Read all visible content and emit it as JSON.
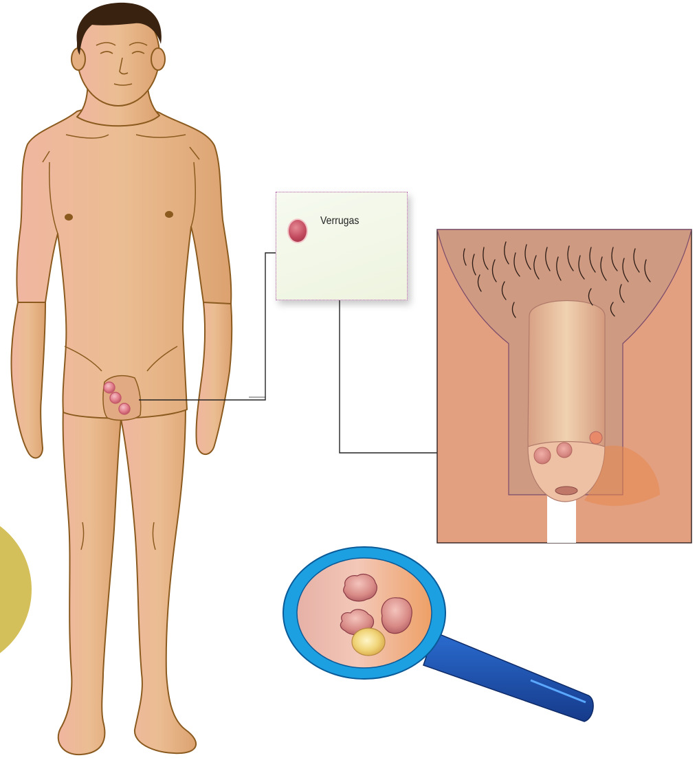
{
  "legend": {
    "label": "Verrugas",
    "swatch_color": "#c24a5e",
    "border_color": "#b45aa8",
    "background_color": "#f2f7e6"
  },
  "colors": {
    "skin": "#e9b98e",
    "skin_outline": "#8a5a1e",
    "hair": "#3a2210",
    "wart": "#e68a94",
    "closeup_background": "#e2a080",
    "magnifier_ring": "#1ca0e2",
    "magnifier_handle": "#1c3f8c",
    "decorative_circle": "#d4c05a"
  },
  "figure": {
    "wart_count": 3
  },
  "closeup": {
    "wart_count": 3
  },
  "magnifier": {
    "wart_count": 4
  }
}
